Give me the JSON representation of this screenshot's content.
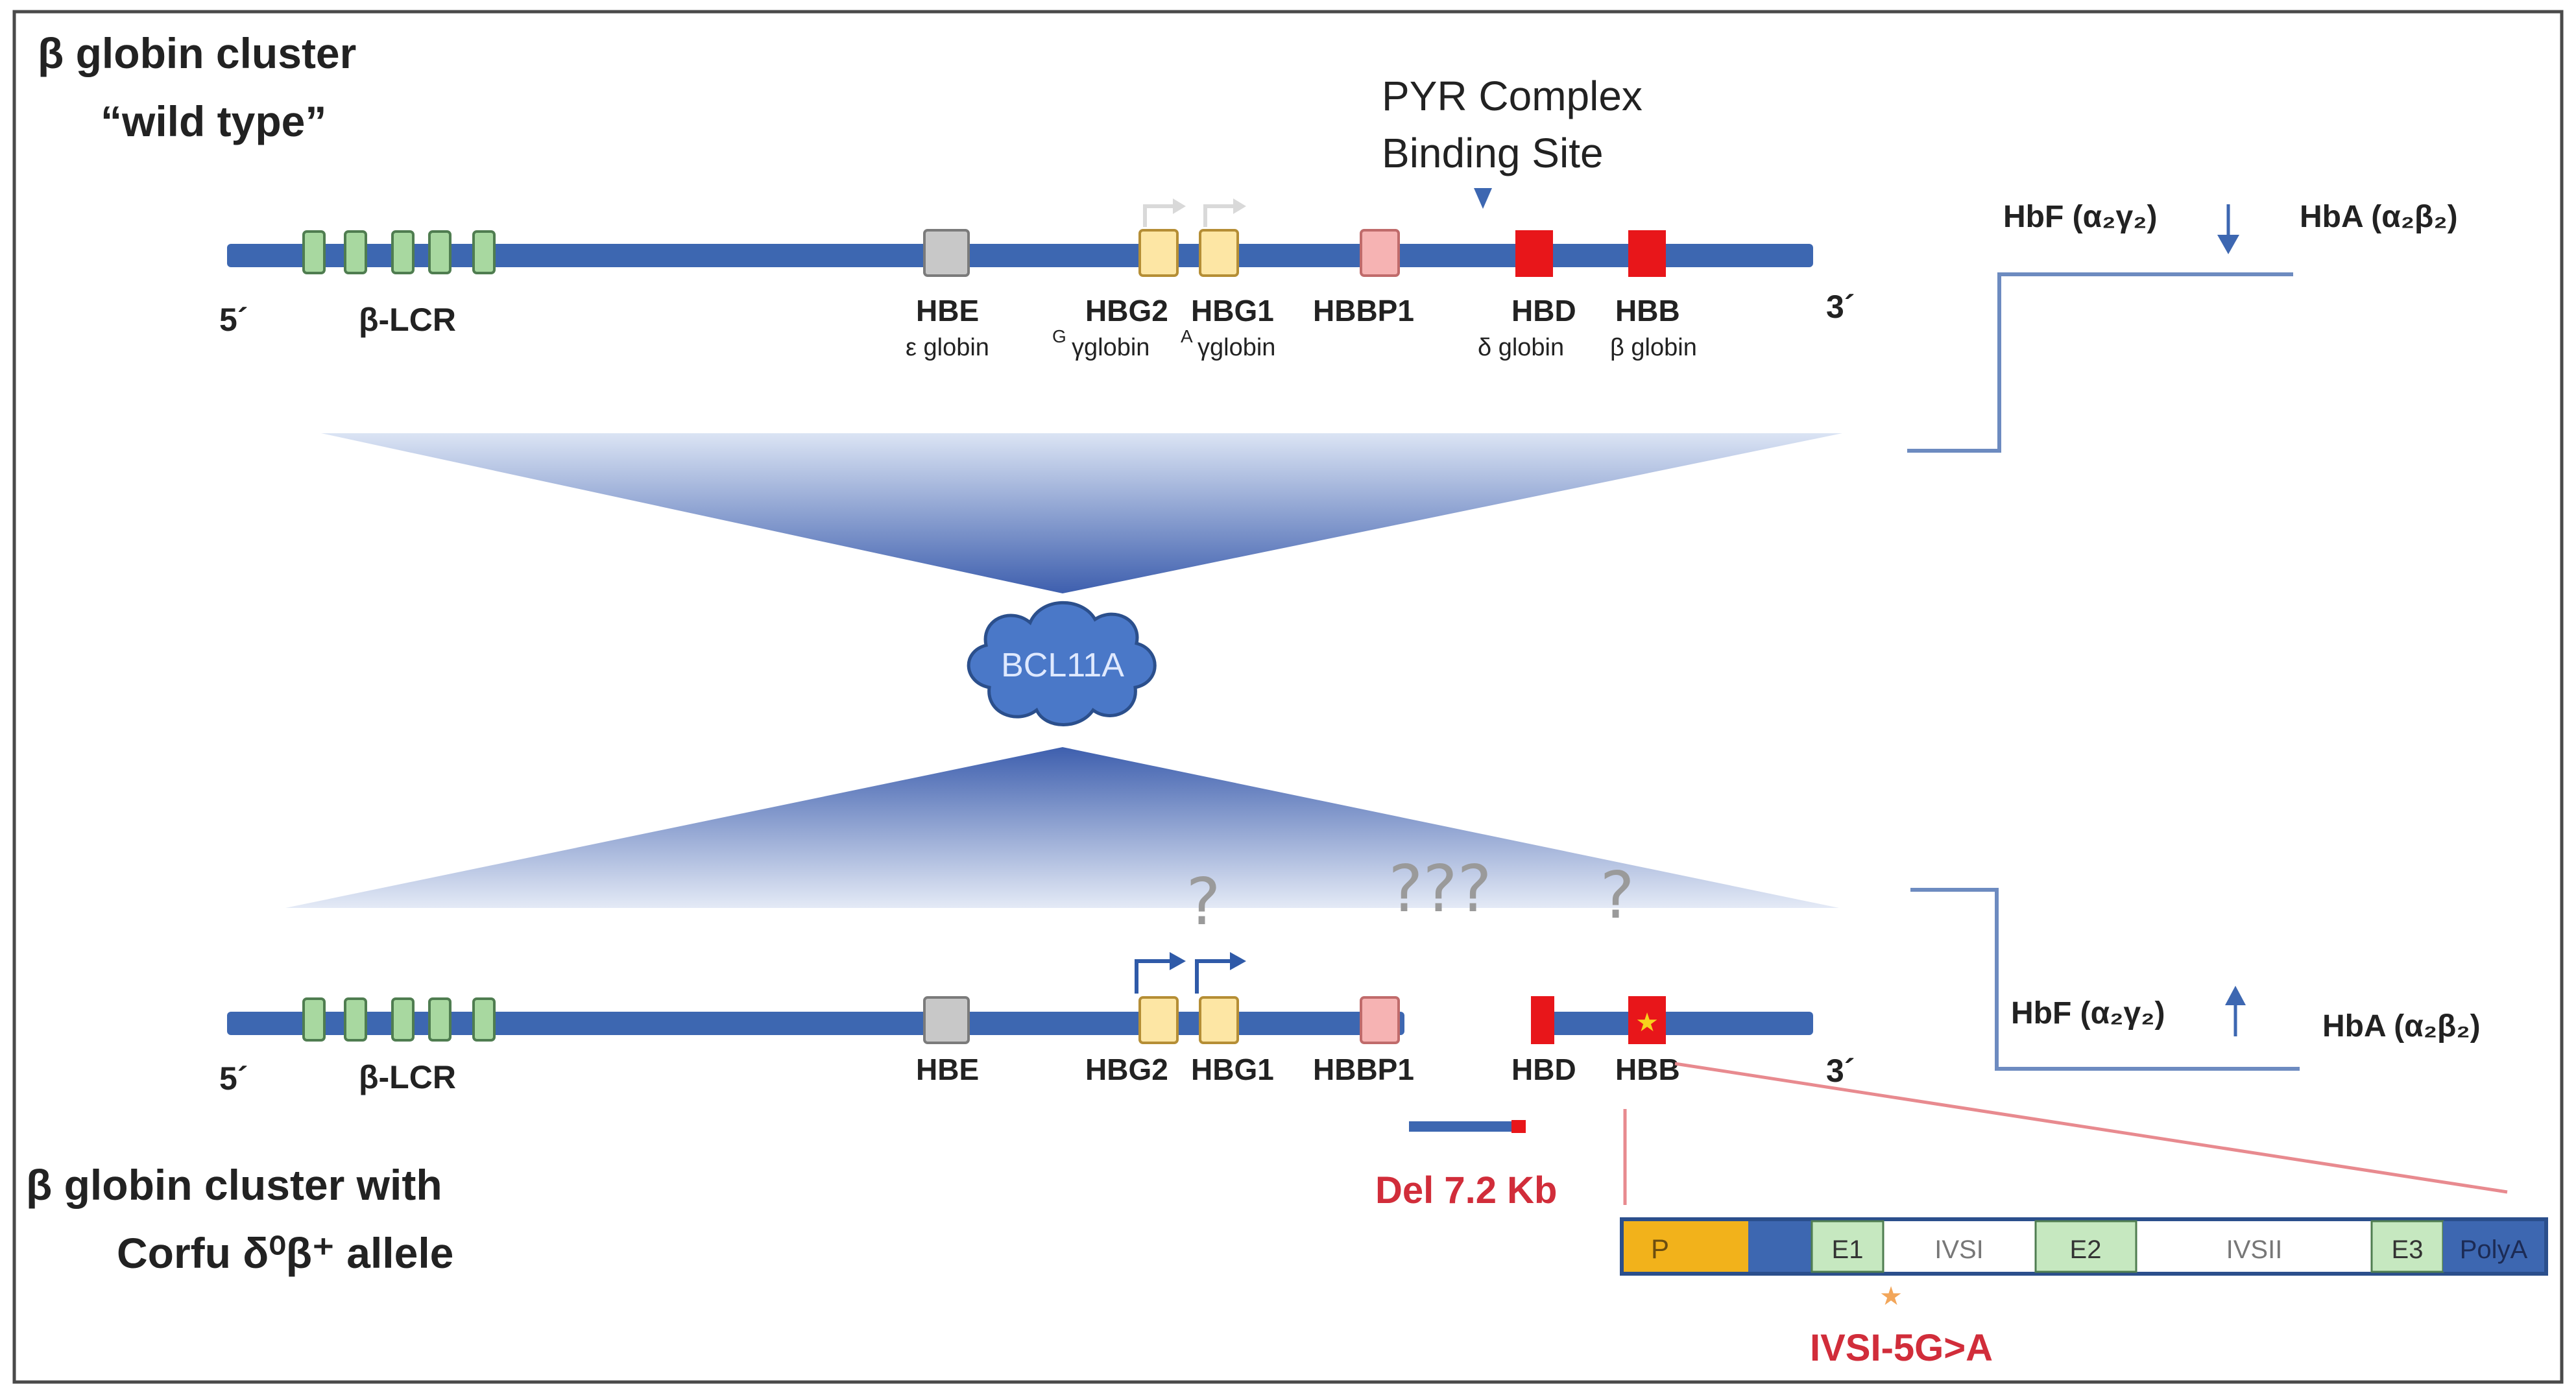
{
  "title_wt": {
    "line1": "β globin cluster",
    "line2": "“wild type”"
  },
  "title_mut": {
    "line1": "β globin cluster with",
    "line2": "Corfu δ⁰β⁺ allele"
  },
  "pyr": {
    "line1": "PYR Complex",
    "line2": "Binding Site"
  },
  "ends": {
    "five": "5´",
    "three": "3´"
  },
  "lcr_label": "β-LCR",
  "genes": {
    "hbe": "HBE",
    "hbg2": "HBG2",
    "hbg1": "HBG1",
    "hbbp1": "HBBP1",
    "hbd": "HBD",
    "hbb": "HBB"
  },
  "globins": {
    "epsilon": "ε globin",
    "g_gamma_sup": "G",
    "g_gamma": "γglobin",
    "a_gamma_sup": "A",
    "a_gamma": "γglobin",
    "delta": "δ globin",
    "beta": "β globin"
  },
  "bcl11a": "BCL11A",
  "question": {
    "single": "?",
    "triple": "???"
  },
  "hb": {
    "hbf_wt": "HbF  (α₂γ₂)",
    "hba_wt": "HbA (α₂β₂)",
    "hbf_mut": "HbF  (α₂γ₂)",
    "hba_mut": "HbA (α₂β₂)"
  },
  "deletion": "Del 7.2 Kb",
  "structure": {
    "segments": [
      "P",
      "",
      "E1",
      "IVSI",
      "E2",
      "IVSII",
      "E3",
      "PolyA"
    ]
  },
  "mutation": "IVSI-5G>A",
  "colors": {
    "chromosome": "#3d67b1",
    "lcr": "#a8d8a0",
    "hbe": "#c8c8c8",
    "gamma": "#fde6a4",
    "pseudo": "#f6b3b3",
    "red": "#e8161a",
    "label_red": "#d12d3a",
    "promoter": "#f2b21b",
    "exon": "#c6e8c0",
    "cloud": "#4a78c8"
  }
}
